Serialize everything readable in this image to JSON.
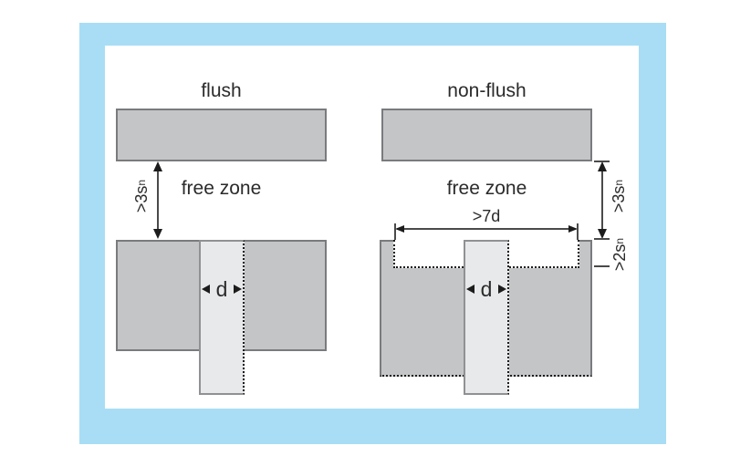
{
  "panels": {
    "left": {
      "title": "flush",
      "free_zone_label": "free zone",
      "clearance_label": {
        "prefix": ">3s",
        "sub": "n"
      },
      "diameter_label": "d"
    },
    "right": {
      "title": "non-flush",
      "free_zone_label": "free zone",
      "clearance_label": {
        "prefix": ">3s",
        "sub": "n"
      },
      "protrusion_label": {
        "prefix": ">2s",
        "sub": "n"
      },
      "clear_width_label": ">7d",
      "diameter_label": "d"
    }
  },
  "colors": {
    "frame_blue": "#a8ddf5",
    "canvas": "#ffffff",
    "metal_fill": "#c4c5c6",
    "metal_border": "#797b7d",
    "sensor_fill": "#e8e9ea",
    "sensor_border": "#8f9193",
    "line": "#4a4a4a",
    "line_dark": "#1c1c1c",
    "text": "#2b2b2b"
  }
}
